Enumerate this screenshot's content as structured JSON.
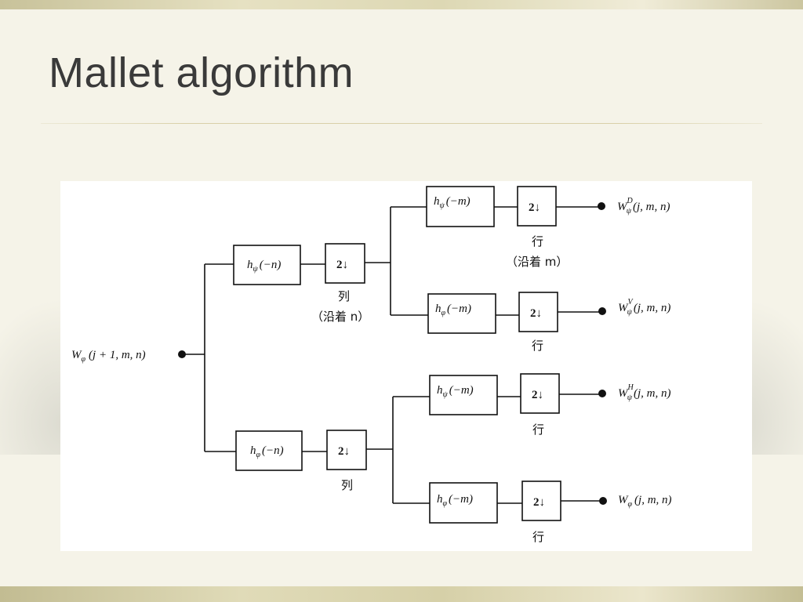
{
  "slide": {
    "title": "Mallet algorithm"
  },
  "diagram": {
    "input": {
      "base": "W",
      "sub": "φ",
      "args": "(j + 1, m, n)"
    },
    "stage1": {
      "top_filter": {
        "base": "h",
        "sub": "ψ",
        "args": "(−n)"
      },
      "bottom_filter": {
        "base": "h",
        "sub": "φ",
        "args": "(−n)"
      },
      "downsample": "2↓",
      "top_caption_line1": "列",
      "top_caption_line2": "（沿着 n）",
      "bottom_caption": "列"
    },
    "stage2": {
      "filters": [
        {
          "base": "h",
          "sub": "ψ",
          "args": "(−m)"
        },
        {
          "base": "h",
          "sub": "φ",
          "args": "(−m)"
        },
        {
          "base": "h",
          "sub": "ψ",
          "args": "(−m)"
        },
        {
          "base": "h",
          "sub": "φ",
          "args": "(−m)"
        }
      ],
      "downsample": "2↓",
      "captions": [
        {
          "line1": "行",
          "line2": "（沿着 m）"
        },
        {
          "line1": "行",
          "line2": ""
        },
        {
          "line1": "行",
          "line2": ""
        },
        {
          "line1": "行",
          "line2": ""
        }
      ]
    },
    "outputs": [
      {
        "base": "W",
        "sub": "ψ",
        "sup": "D",
        "args": "(j, m, n)"
      },
      {
        "base": "W",
        "sub": "ψ",
        "sup": "V",
        "args": "(j, m, n)"
      },
      {
        "base": "W",
        "sub": "ψ",
        "sup": "H",
        "args": "(j, m, n)"
      },
      {
        "base": "W",
        "sub": "φ",
        "sup": "",
        "args": "(j, m, n)"
      }
    ]
  }
}
